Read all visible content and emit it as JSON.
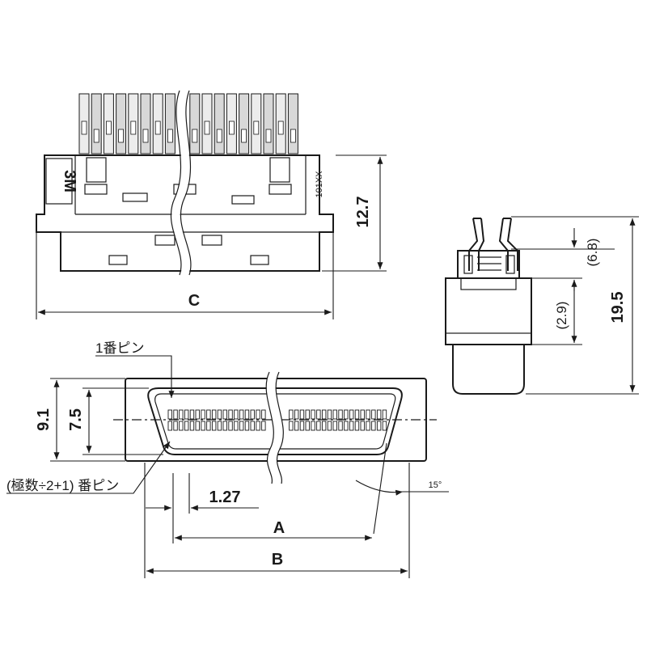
{
  "logo": {
    "text": "3M"
  },
  "part_code": "101XX",
  "dimensions": {
    "height_front": "12.7",
    "width_c": "C",
    "height_side_total": "19.5",
    "side_upper": "(6.8)",
    "side_lower": "(2.9)",
    "height_outer": "9.1",
    "height_inner": "7.5",
    "pitch": "1.27",
    "width_a": "A",
    "width_b": "B",
    "angle": "15°"
  },
  "annotations": {
    "pin_one": "1番ピン",
    "pin_half": "(極数÷2+1) 番ピン"
  }
}
